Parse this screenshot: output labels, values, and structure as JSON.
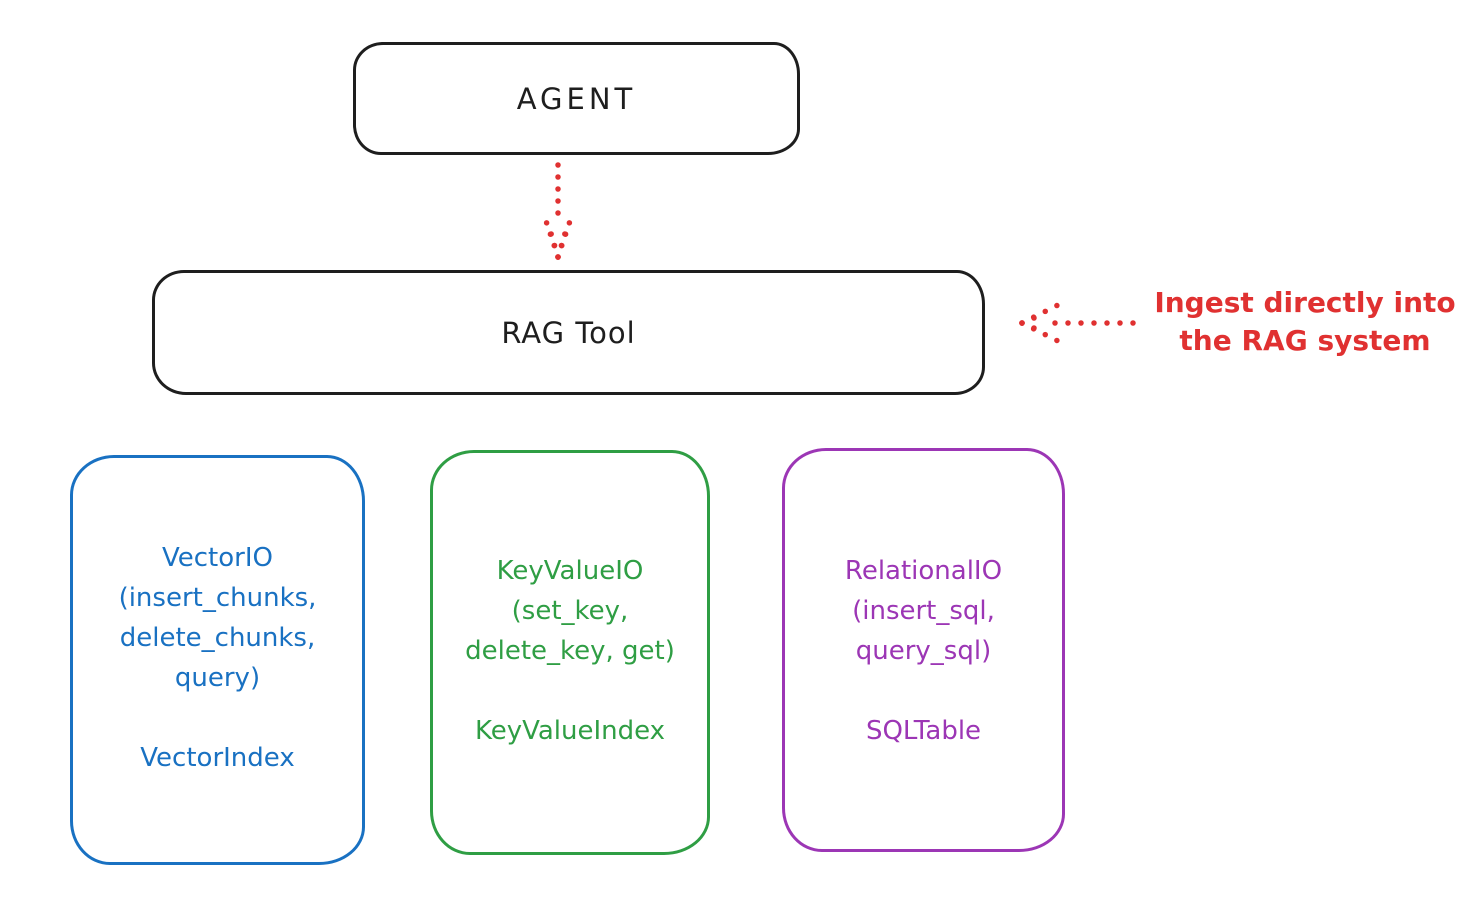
{
  "agent_box": {
    "label": "AGENT"
  },
  "rag_tool_box": {
    "label": "RAG Tool"
  },
  "annotation": {
    "line1": "Ingest directly into",
    "line2": "the RAG system"
  },
  "backends": [
    {
      "name": "vector",
      "color": "#1971c2",
      "lines": [
        "VectorIO",
        "(insert_chunks,",
        "delete_chunks,",
        "query)"
      ],
      "index_label": "VectorIndex"
    },
    {
      "name": "keyvalue",
      "color": "#2f9e44",
      "lines": [
        "KeyValueIO",
        "(set_key,",
        "delete_key, get)"
      ],
      "index_label": "KeyValueIndex"
    },
    {
      "name": "relational",
      "color": "#9c36b5",
      "lines": [
        "RelationalIO",
        "(insert_sql,",
        "query_sql)"
      ],
      "index_label": "SQLTable"
    }
  ],
  "colors": {
    "stroke_black": "#1e1e1e",
    "accent_red": "#e03131",
    "vector_blue": "#1971c2",
    "keyvalue_green": "#2f9e44",
    "relational_purple": "#9c36b5",
    "background": "#ffffff"
  }
}
